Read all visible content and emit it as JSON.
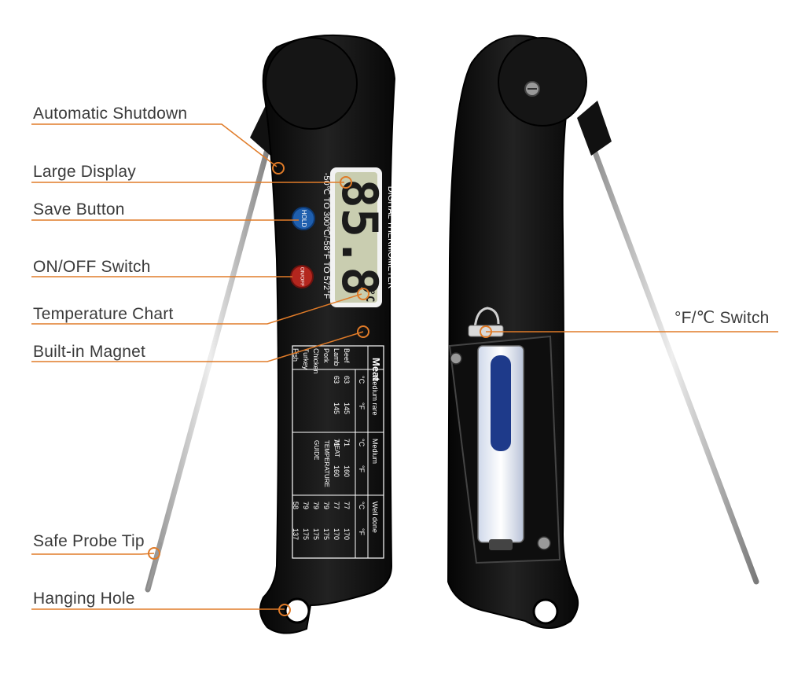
{
  "callouts": {
    "automatic_shutdown": "Automatic Shutdown",
    "large_display": "Large Display",
    "save_button": "Save Button",
    "on_off_switch": "ON/OFF Switch",
    "temperature_chart": "Temperature Chart",
    "built_in_magnet": "Built-in Magnet",
    "safe_probe_tip": "Safe Probe Tip",
    "hanging_hole": "Hanging Hole",
    "f_c_switch": "°F/℃ Switch"
  },
  "device": {
    "brand_text": "DIGITAL THERMOMETER",
    "range_text": "-50℃ TO 300℃/-58°F TO 572°F",
    "display_reading": "85.8",
    "display_unit": "°C",
    "hold_button_label": "HOLD",
    "power_button_label": "ON/OFF"
  },
  "meat_chart": {
    "title": "Meat",
    "guide_lines": [
      "MEAT",
      "TEMPERATURE",
      "GUIDE"
    ],
    "columns": [
      "Medium rare",
      "Medium",
      "Well done"
    ],
    "units": [
      "°C",
      "°F",
      "°C",
      "°F",
      "°C",
      "°F"
    ],
    "rows": [
      {
        "meat": "Beef",
        "values": [
          "63",
          "145",
          "71",
          "160",
          "77",
          "170"
        ]
      },
      {
        "meat": "Lamb",
        "values": [
          "63",
          "145",
          "71",
          "160",
          "77",
          "170"
        ]
      },
      {
        "meat": "Pork",
        "values": [
          "",
          "",
          "",
          "",
          "79",
          "175"
        ]
      },
      {
        "meat": "Chicken",
        "values": [
          "",
          "",
          "",
          "",
          "79",
          "175"
        ]
      },
      {
        "meat": "Turkey",
        "values": [
          "",
          "",
          "",
          "",
          "79",
          "175"
        ]
      },
      {
        "meat": "Fish",
        "values": [
          "",
          "",
          "",
          "",
          "58",
          "137"
        ]
      }
    ]
  },
  "colors": {
    "body": "#151515",
    "accent": "#e07b28",
    "lcd": "#c9cdb0",
    "hold_button": "#1f5fae",
    "power_button": "#b3261e",
    "battery": "#1e3a8a"
  }
}
